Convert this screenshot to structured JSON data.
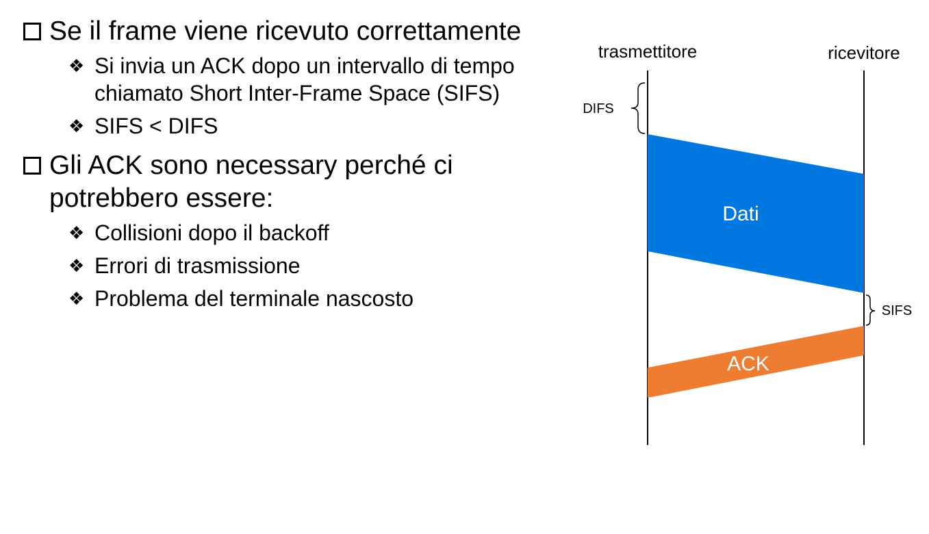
{
  "bullets": [
    {
      "text": "Se il frame viene ricevuto correttamente",
      "children": [
        "Si invia un ACK dopo un intervallo di tempo chiamato Short Inter-Frame Space (SIFS)",
        "SIFS < DIFS"
      ]
    },
    {
      "text": "Gli ACK sono necessary perché ci potrebbero essere:",
      "children": [
        "Collisioni dopo il backoff",
        "Errori di trasmissione",
        "Problema del terminale nascosto"
      ]
    }
  ],
  "diagram": {
    "sender_label": "trasmettitore",
    "receiver_label": "ricevitore",
    "difs_label": "DIFS",
    "sifs_label": "SIFS",
    "data_label": "Dati",
    "ack_label": "ACK",
    "colors": {
      "data": "#0078e0",
      "ack": "#ee7d31",
      "line": "#000000"
    }
  }
}
